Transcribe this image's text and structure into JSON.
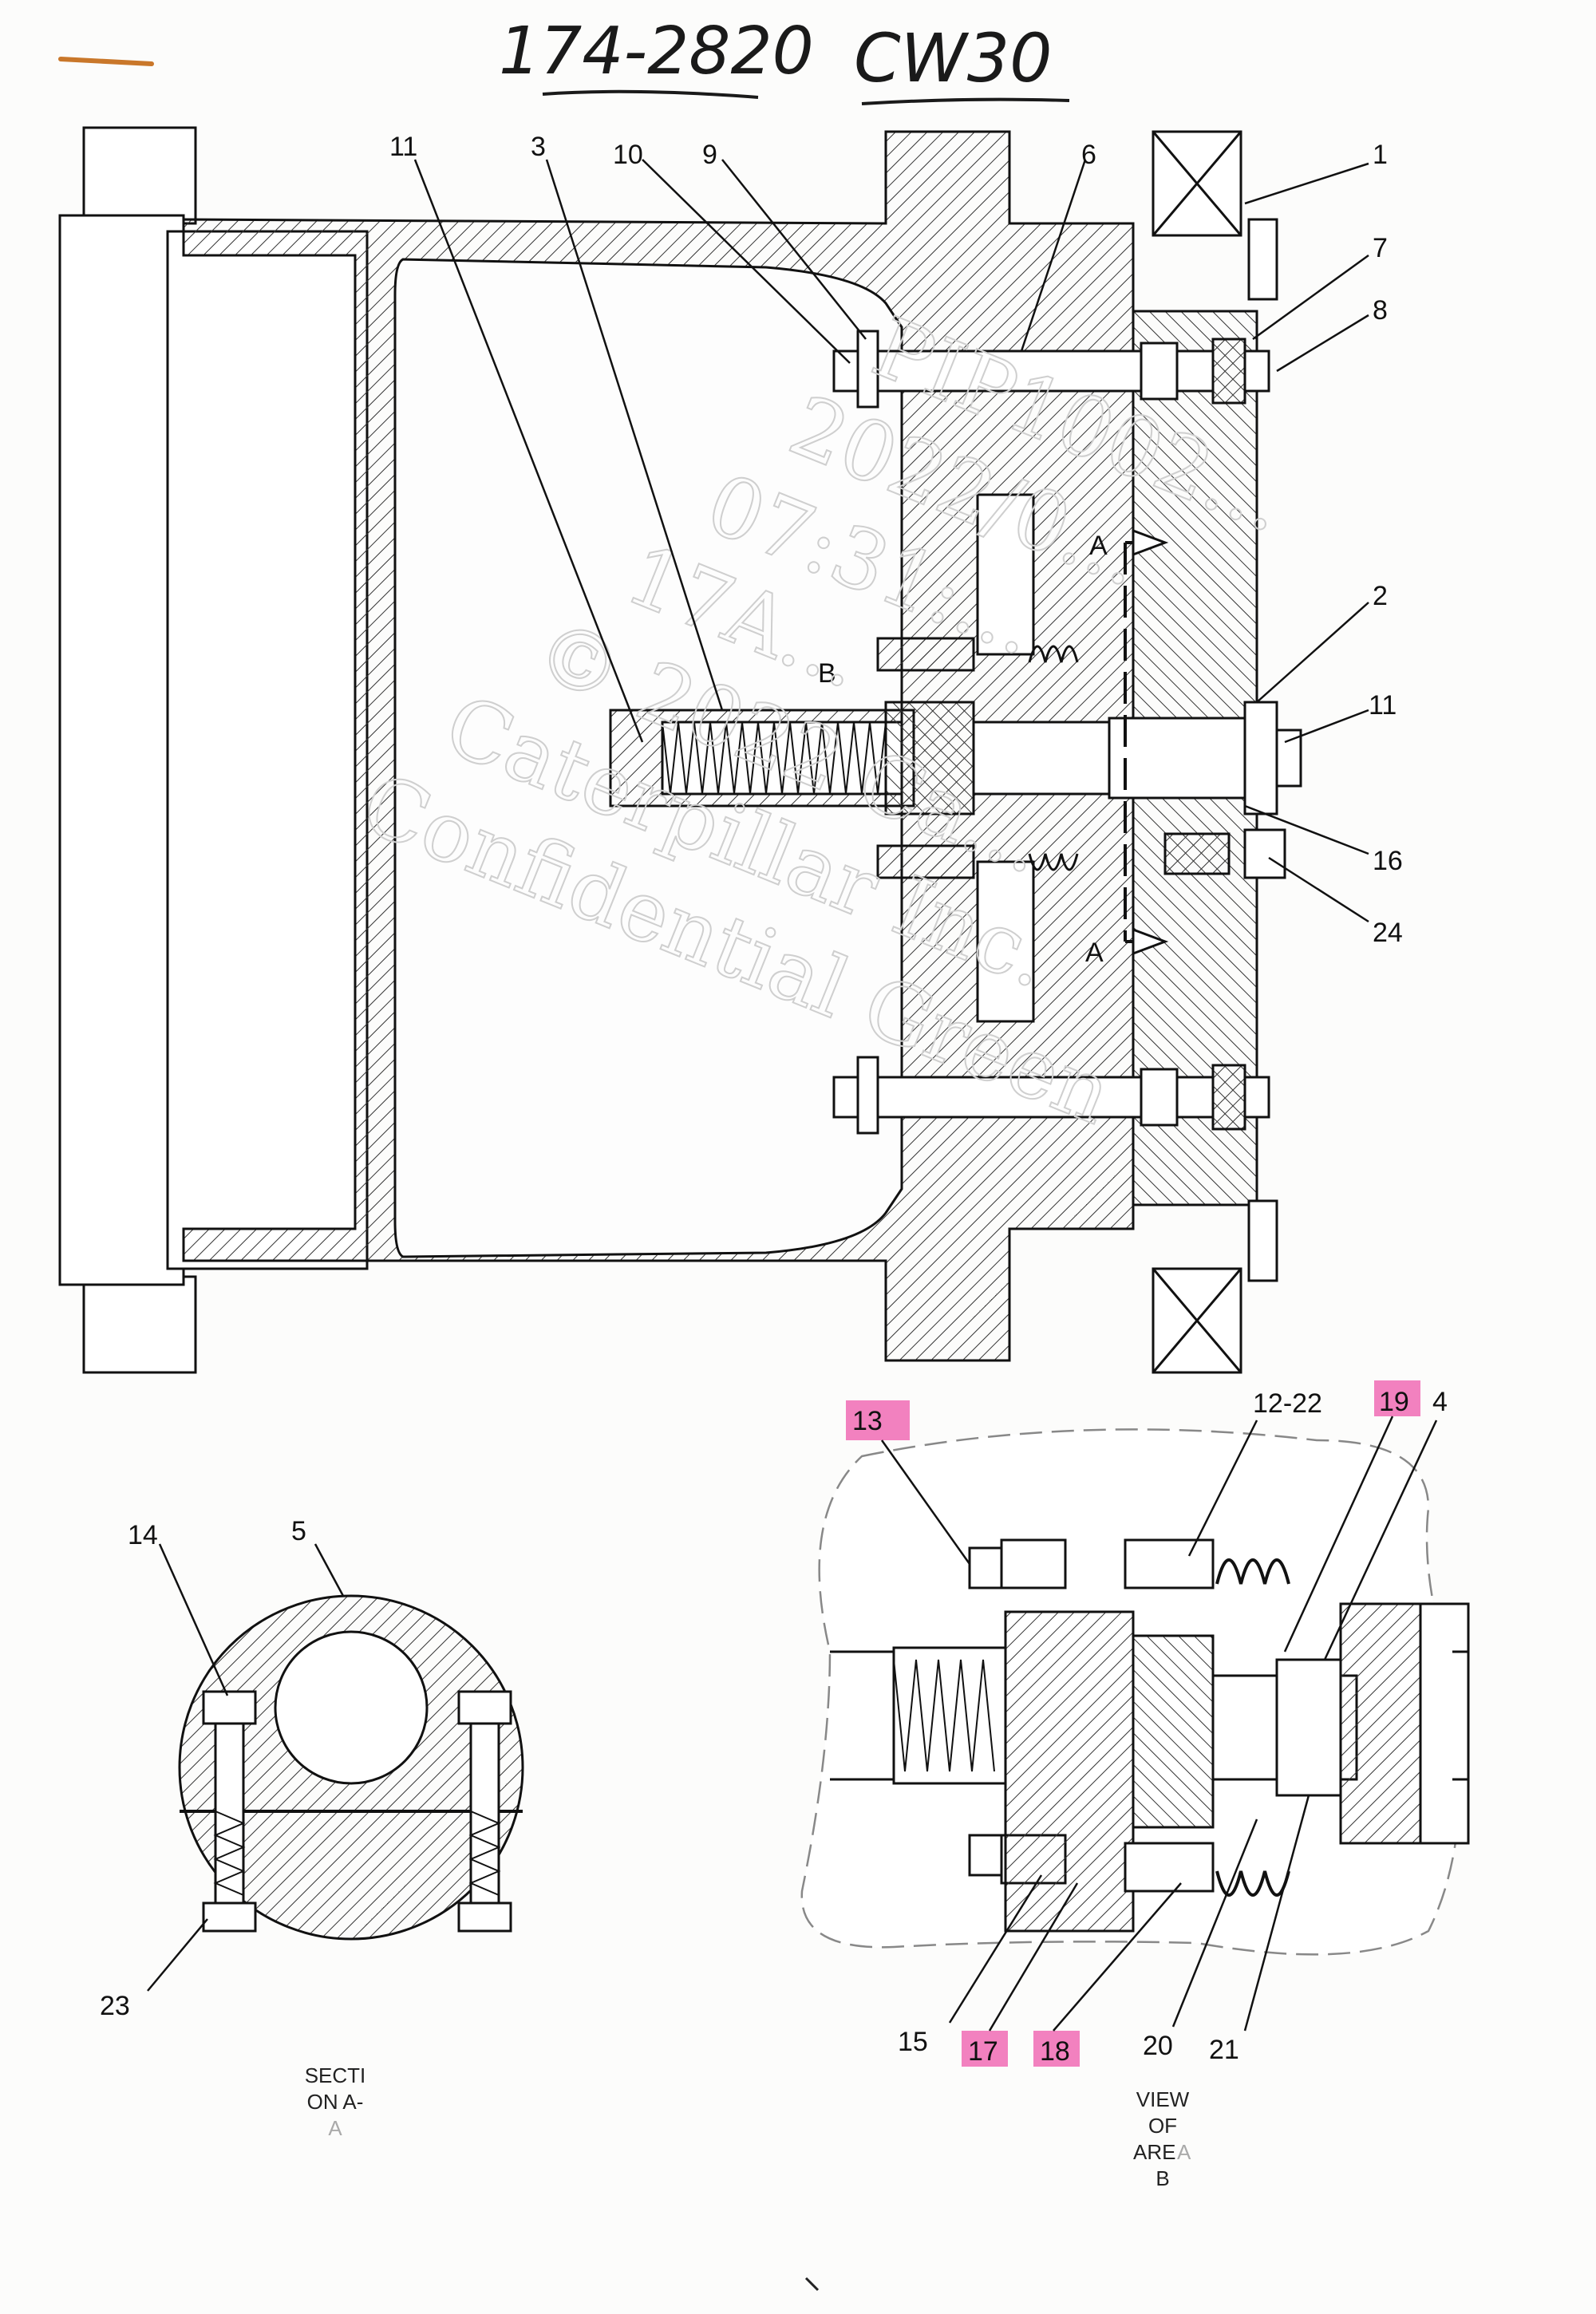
{
  "handwritten": {
    "part_number": "174-2820",
    "model": "CW30"
  },
  "watermark": {
    "lines": [
      "PIP1002...",
      "2022/0...",
      "07:31:...",
      "17A...",
      "© 2022 Ca...",
      "Caterpillar Inc.",
      "Confidential Green"
    ]
  },
  "callouts_main": [
    "11",
    "3",
    "10",
    "9",
    "6",
    "1",
    "7",
    "8",
    "2",
    "11",
    "16",
    "24"
  ],
  "section_marks": {
    "a_top": "A",
    "a_bottom": "A",
    "b": "B"
  },
  "callouts_section": [
    "14",
    "5",
    "23"
  ],
  "callouts_view": {
    "top": [
      "13",
      "12-22",
      "19",
      "4"
    ],
    "bottom": [
      "15",
      "17",
      "18",
      "20",
      "21"
    ]
  },
  "captions": {
    "section_line1": "SECTI",
    "section_line2": "ON A-",
    "section_line3": "A",
    "view_line1": "VIEW",
    "view_line2": "OF",
    "view_line3": "ARE",
    "view_line3b": "A",
    "view_line4": "B"
  },
  "colors": {
    "ink": "#111111",
    "hatch": "#333333",
    "highlight": "#f06bb4",
    "pencil": "#c9772a",
    "watermark": "#cfcfcf"
  }
}
